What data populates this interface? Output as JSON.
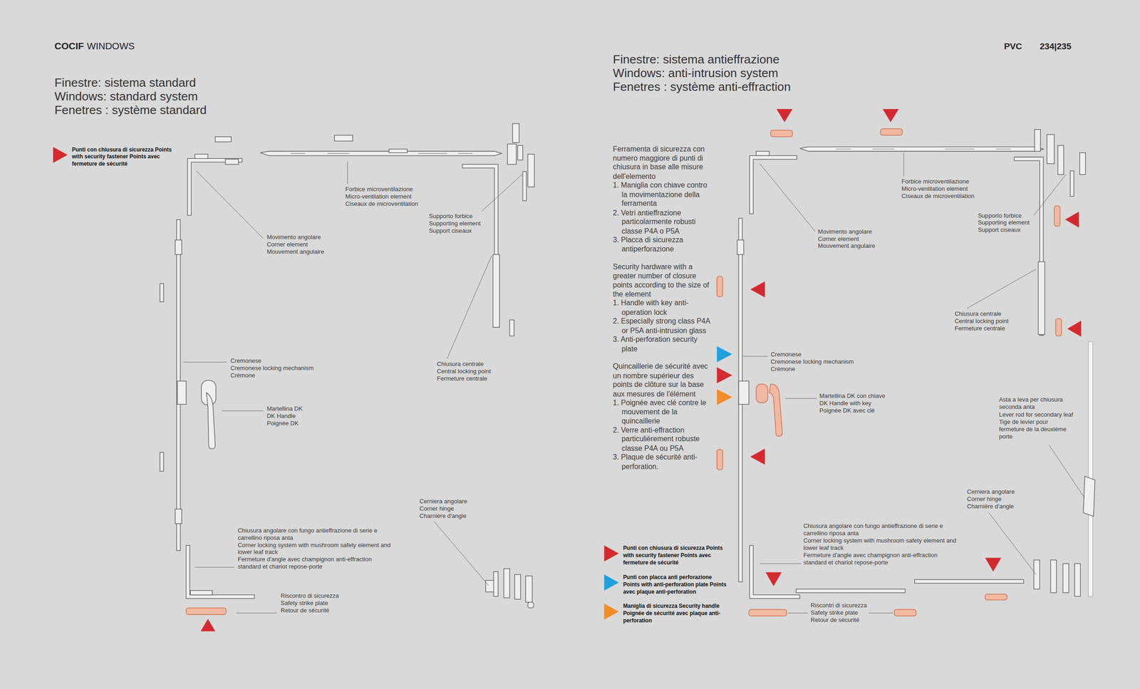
{
  "diagram": {
    "labels": [
      "COCIF",
      "WINDOWS",
      "Finestre: sistema standard",
      "Windows: standard system",
      "Fenetres : système standard",
      "Forbice microventilazione",
      "Micro-ventilation element",
      "Ciseaux de microventilation",
      "Supporto forbice",
      "Supporting element",
      "Support ciseaux",
      "Movimento angolare",
      "Corner element",
      "Mouvement angulaire",
      "Cremonese",
      "Cremonese locking mechanism",
      "Crémone",
      "Martellina DK",
      "DK Handle",
      "Poignée DK",
      "Chiusura centrale",
      "Central locking point",
      "Fermeture centrale",
      "Cerniera angolare",
      "Corner hinge",
      "Charnière d'angle",
      "Chiusura angolare con fungo antieffrazione di serie e carrellino riposa anta",
      "Corner locking system with mushroom safety element and lower leaf track",
      "Fermeture d'angle avec champignon anti-effraction standard et chariot repose-porte",
      "Riscontro di sicurezza",
      "Safety strike plate",
      "Retour de sécurité",
      "PVC",
      "234|235",
      "Finestre: sistema antieffrazione",
      "Windows: anti-intrusion system",
      "Fenetres : système anti-effraction",
      "Ferramenta di sicurezza con numero maggiore di punti di chiusura in base alle misure dell'elemento",
      "1. Maniglia con chiave contro la movimentazione della ferramenta",
      "2. Vetri antieffrazione particolarmente robusti classe P4A o P5A",
      "3. Placca di sicurezza antiperforazione",
      "Security hardware with a greater number of closure points according to the size of the element",
      "1. Handle with key anti-operation lock",
      "2. Especially strong class P4A or P5A anti-intrusion glass",
      "3. Anti-perforation security plate",
      "Quincaillerie de sécurité avec un nombre supérieur des points de clôture sur la base aux mesures de l'élément",
      "1. Poignée avec clé contre le mouvement de la quincaillerie",
      "2. Verre anti-effraction particulièrement robuste classe P4A ou P5A",
      "3. Plaque de sécurité anti-perforation.",
      "Forbice microventilazione",
      "Micro-ventilation element",
      "Ciseaux de microventilation",
      "Supporto forbice",
      "Supporting element",
      "Support ciseaux",
      "Movimento angolare",
      "Corner element",
      "Mouvement angulaire",
      "Chiusura centrale",
      "Central locking point",
      "Fermeture centrale",
      "Cremonese",
      "Cremonese locking mechanism",
      "Crémone",
      "Martellina DK con chiave",
      "DK Handle with key",
      "Poignée DK avec clé",
      "Asta a leva per chiusura seconda anta",
      "Lever rod for secondary leaf",
      "Tige de levier pour fermeture de la deuxième porte",
      "Cerniera angolare",
      "Corner hinge",
      "Charnière d'angle",
      "Chiusura angolare con fungo antieffrazione di serie e carrellino riposa anta",
      "Corner locking system with mushroom safety element and lower leaf track",
      "Fermeture d'angle avec champignon anti-effraction standard et chariot repose-porte",
      "Riscontri di sicurezza",
      "Safety strike plate",
      "Retour de sécurité"
    ],
    "legend": [
      {
        "text": "Punti con chiusura di sicurezza Points with security fastener Points avec fermeture de sécurité",
        "color": "#d42a2f"
      },
      {
        "text": "Punti con chiusura di sicurezza Points with security fastener Points avec fermeture de sécurité",
        "color": "#d42a2f"
      },
      {
        "text": "Punti con placca anti perforazione Points with anti-perforation plate Points avec plaque anti-perforation",
        "color": "#1ea0df"
      },
      {
        "text": "Maniglia di sicurezza Security handle Poignée de sécurité avec plaque anti-perforation",
        "color": "#f28c28"
      }
    ]
  }
}
